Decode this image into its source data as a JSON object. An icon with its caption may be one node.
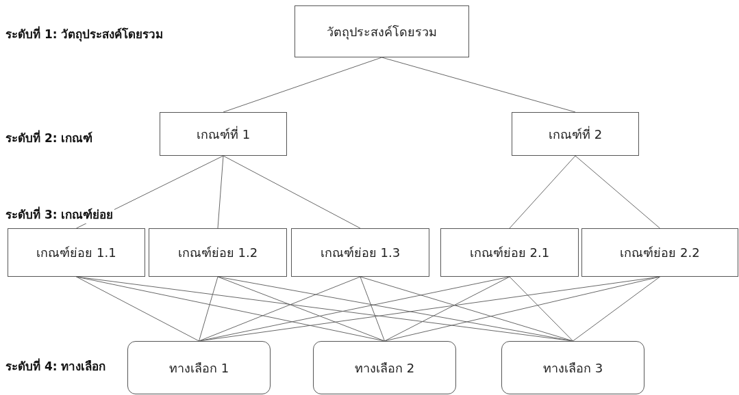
{
  "diagram": {
    "nodes": [
      {
        "text": [
          "วัตถุประสงค์โดยรวม"
        ]
      },
      {
        "text": [
          "เกณฑ์ที่ 1"
        ]
      },
      {
        "text": [
          "เกณฑ์ที่ 2"
        ]
      },
      {
        "text": [
          "เกณฑ์ย่อย 1.1"
        ]
      },
      {
        "text": [
          "เกณฑ์ย่อย 1.2"
        ]
      },
      {
        "text": [
          "เกณฑ์ย่อย 1.3"
        ]
      },
      {
        "text": [
          "เกณฑ์ย่อย 2.1"
        ]
      },
      {
        "text": [
          "เกณฑ์ย่อย 2.2"
        ]
      },
      {
        "text": [
          "ทางเลือก 1"
        ]
      },
      {
        "text": [
          "ทางเลือก 2"
        ]
      },
      {
        "text": [
          "ทางเลือก 3"
        ]
      }
    ],
    "edges": [
      {
        "from": 0,
        "to": 1,
        "arrow": "none"
      },
      {
        "from": 0,
        "to": 2,
        "arrow": "none"
      },
      {
        "from": 1,
        "to": 3,
        "arrow": "none"
      },
      {
        "from": 1,
        "to": 4,
        "arrow": "none"
      },
      {
        "from": 1,
        "to": 5,
        "arrow": "none"
      },
      {
        "from": 2,
        "to": 6,
        "arrow": "none"
      },
      {
        "from": 2,
        "to": 7,
        "arrow": "none"
      },
      {
        "from": 3,
        "to": 8,
        "arrow": "none"
      },
      {
        "from": 3,
        "to": 9,
        "arrow": "none"
      },
      {
        "from": 3,
        "to": 10,
        "arrow": "none"
      },
      {
        "from": 4,
        "to": 8,
        "arrow": "none"
      },
      {
        "from": 4,
        "to": 9,
        "arrow": "none"
      },
      {
        "from": 4,
        "to": 10,
        "arrow": "none"
      },
      {
        "from": 5,
        "to": 8,
        "arrow": "none"
      },
      {
        "from": 5,
        "to": 9,
        "arrow": "none"
      },
      {
        "from": 5,
        "to": 10,
        "arrow": "none"
      },
      {
        "from": 6,
        "to": 8,
        "arrow": "none"
      },
      {
        "from": 6,
        "to": 9,
        "arrow": "none"
      },
      {
        "from": 6,
        "to": 10,
        "arrow": "none"
      },
      {
        "from": 7,
        "to": 8,
        "arrow": "none"
      },
      {
        "from": 7,
        "to": 9,
        "arrow": "none"
      },
      {
        "from": 7,
        "to": 10,
        "arrow": "none"
      }
    ],
    "labels": [
      "ระดับที่ 1: วัตถุประสงค์โดยรวม",
      "ระดับที่ 2: เกณฑ์",
      "ระดับที่ 3: เกณฑ์ย่อย",
      "ระดับที่ 4: ทางเลือก"
    ]
  }
}
